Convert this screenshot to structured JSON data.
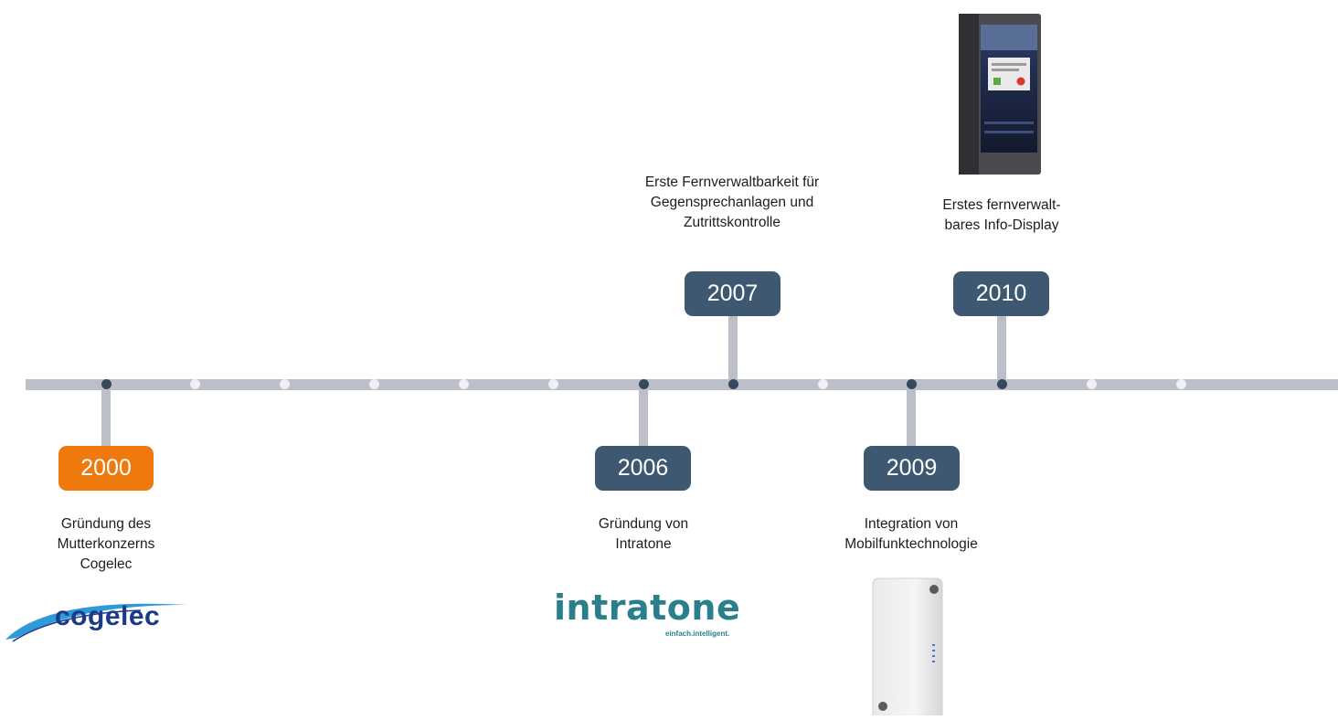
{
  "timeline": {
    "events": [
      {
        "year": "2000",
        "caption_lines": [
          "Gründung des",
          "Mutterkonzerns",
          "Cogelec"
        ],
        "style": "orange"
      },
      {
        "year": "2006",
        "caption_lines": [
          "Gründung von",
          "Intratone"
        ],
        "style": "dark"
      },
      {
        "year": "2007",
        "caption_lines": [
          "Erste Fernverwaltbarkeit für",
          "Gegensprechanlagen und",
          "Zutrittskontrolle"
        ],
        "style": "dark"
      },
      {
        "year": "2009",
        "caption_lines": [
          "Integration von",
          "Mobilfunktechnologie"
        ],
        "style": "dark"
      },
      {
        "year": "2010",
        "caption_lines": [
          "Erstes fernverwalt-",
          "bares Info-Display"
        ],
        "style": "dark"
      }
    ]
  },
  "logos": {
    "cogelec": {
      "text": "cogelec",
      "color": "#1c3a87",
      "swoosh_color": "#2c9bd8"
    },
    "intratone": {
      "text": "intratone",
      "tagline": "einfach.intelligent.",
      "color": "#2a7f8c"
    }
  },
  "colors": {
    "axis": "#bcbec8",
    "badge_dark": "#3f5871",
    "badge_orange": "#ee7a0d",
    "event_dot": "#354a5e",
    "blank_dot": "#eef0f5"
  }
}
